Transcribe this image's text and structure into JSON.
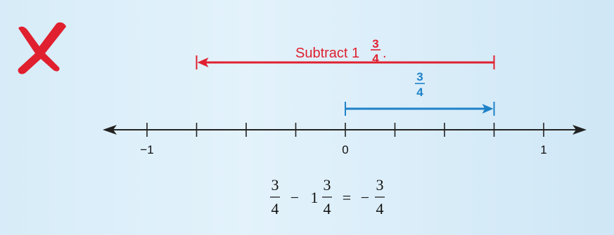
{
  "mark": {
    "icon": "red-x-mark-icon",
    "color": "#e0202f"
  },
  "red_annotation": {
    "prefix": "Subtract 1",
    "frac_num": "3",
    "frac_den": "4",
    "suffix": ".",
    "color": "#e0202f",
    "from": 0.75,
    "to": -0.75
  },
  "blue_annotation": {
    "frac_num": "3",
    "frac_den": "4",
    "color": "#1e82c8",
    "from": 0,
    "to": 0.75
  },
  "number_line": {
    "labels": [
      {
        "value": -1,
        "text": "−1"
      },
      {
        "value": 0,
        "text": "0"
      },
      {
        "value": 1,
        "text": "1"
      }
    ],
    "ticks": [
      -1,
      -0.75,
      -0.5,
      -0.25,
      0,
      0.25,
      0.5,
      0.75,
      1
    ],
    "color": "#222222"
  },
  "equation": {
    "t1_num": "3",
    "t1_den": "4",
    "minus1": "−",
    "whole": "1",
    "t2_num": "3",
    "t2_den": "4",
    "equals": "=",
    "minus2": "−",
    "t3_num": "3",
    "t3_den": "4"
  }
}
